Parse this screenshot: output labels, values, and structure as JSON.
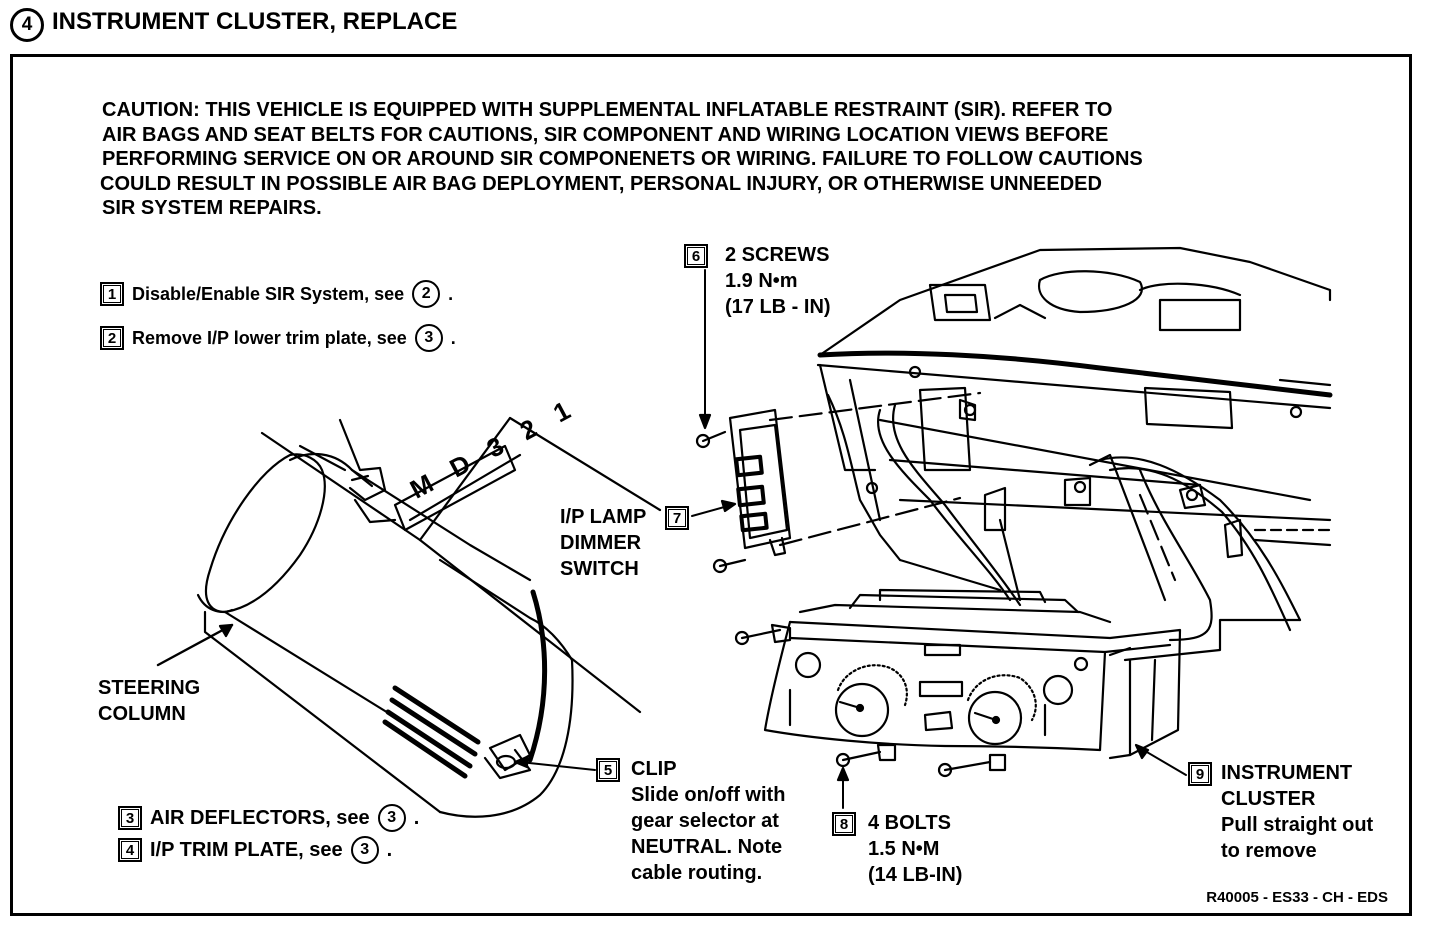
{
  "header": {
    "step_number": "4",
    "title": "INSTRUMENT CLUSTER, REPLACE"
  },
  "caution": {
    "lines": [
      "CAUTION: THIS VEHICLE IS EQUIPPED WITH SUPPLEMENTAL  INFLATABLE RESTRAINT (SIR). REFER TO",
      "AIR BAGS AND SEAT BELTS FOR CAUTIONS, SIR COMPONENT AND WIRING LOCATION  VIEWS BEFORE",
      "PERFORMING SERVICE ON OR AROUND SIR COMPONENETS OR WIRING. FAILURE TO FOLLOW CAUTIONS",
      "COULD RESULT IN POSSIBLE AIR BAG DEPLOYMENT, PERSONAL INJURY, OR OTHERWISE UNNEEDED",
      "SIR SYSTEM REPAIRS."
    ]
  },
  "steps": [
    {
      "num": "1",
      "text": "Disable/Enable SIR System, see",
      "ref": "2",
      "tail": "."
    },
    {
      "num": "2",
      "text": "Remove I/P lower trim plate, see",
      "ref": "3",
      "tail": "."
    },
    {
      "num": "3",
      "text": "AIR DEFLECTORS, see",
      "ref": "3",
      "tail": "."
    },
    {
      "num": "4",
      "text": "I/P TRIM PLATE, see",
      "ref": "3",
      "tail": "."
    }
  ],
  "callouts": {
    "screws": {
      "num": "6",
      "lines": [
        "2 SCREWS",
        "1.9 N•m",
        "(17 LB - IN)"
      ]
    },
    "dimmer": {
      "num": "7",
      "lines": [
        "I/P LAMP",
        "DIMMER",
        "SWITCH"
      ]
    },
    "steering": {
      "lines": [
        "STEERING",
        "COLUMN"
      ]
    },
    "clip": {
      "num": "5",
      "lines": [
        "CLIP",
        "Slide on/off with",
        "gear selector at",
        "NEUTRAL. Note",
        "cable routing."
      ]
    },
    "bolts": {
      "num": "8",
      "lines": [
        "4 BOLTS",
        "1.5 N•M",
        "(14 LB-IN)"
      ]
    },
    "cluster": {
      "num": "9",
      "lines": [
        "INSTRUMENT",
        "CLUSTER",
        "Pull straight out",
        "to remove"
      ]
    }
  },
  "column_markings": "M D 3 2 1",
  "reference_code": "R40005 - ES33 - CH - EDS"
}
